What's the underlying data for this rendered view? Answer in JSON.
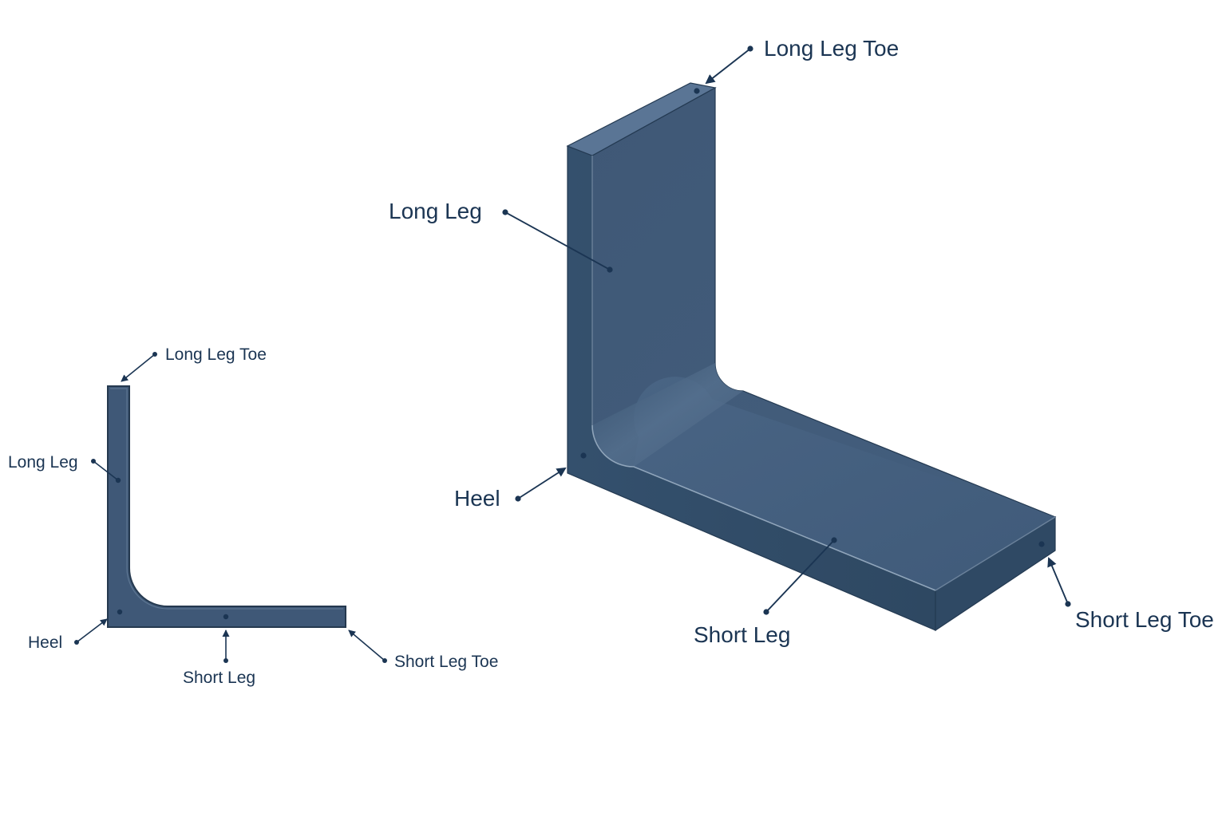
{
  "colors": {
    "label": "#1b3553",
    "steel_front": "#405a78",
    "steel_dark": "#2d4560",
    "steel_light": "#6f88a3",
    "steel_edge": "#243a52",
    "background": "#ffffff"
  },
  "cross_section": {
    "labels": {
      "long_leg_toe": "Long Leg Toe",
      "long_leg": "Long Leg",
      "heel": "Heel",
      "short_leg": "Short Leg",
      "short_leg_toe": "Short Leg Toe"
    }
  },
  "isometric_view": {
    "labels": {
      "long_leg_toe": "Long Leg Toe",
      "long_leg": "Long Leg",
      "heel": "Heel",
      "short_leg": "Short Leg",
      "short_leg_toe": "Short Leg Toe"
    }
  }
}
